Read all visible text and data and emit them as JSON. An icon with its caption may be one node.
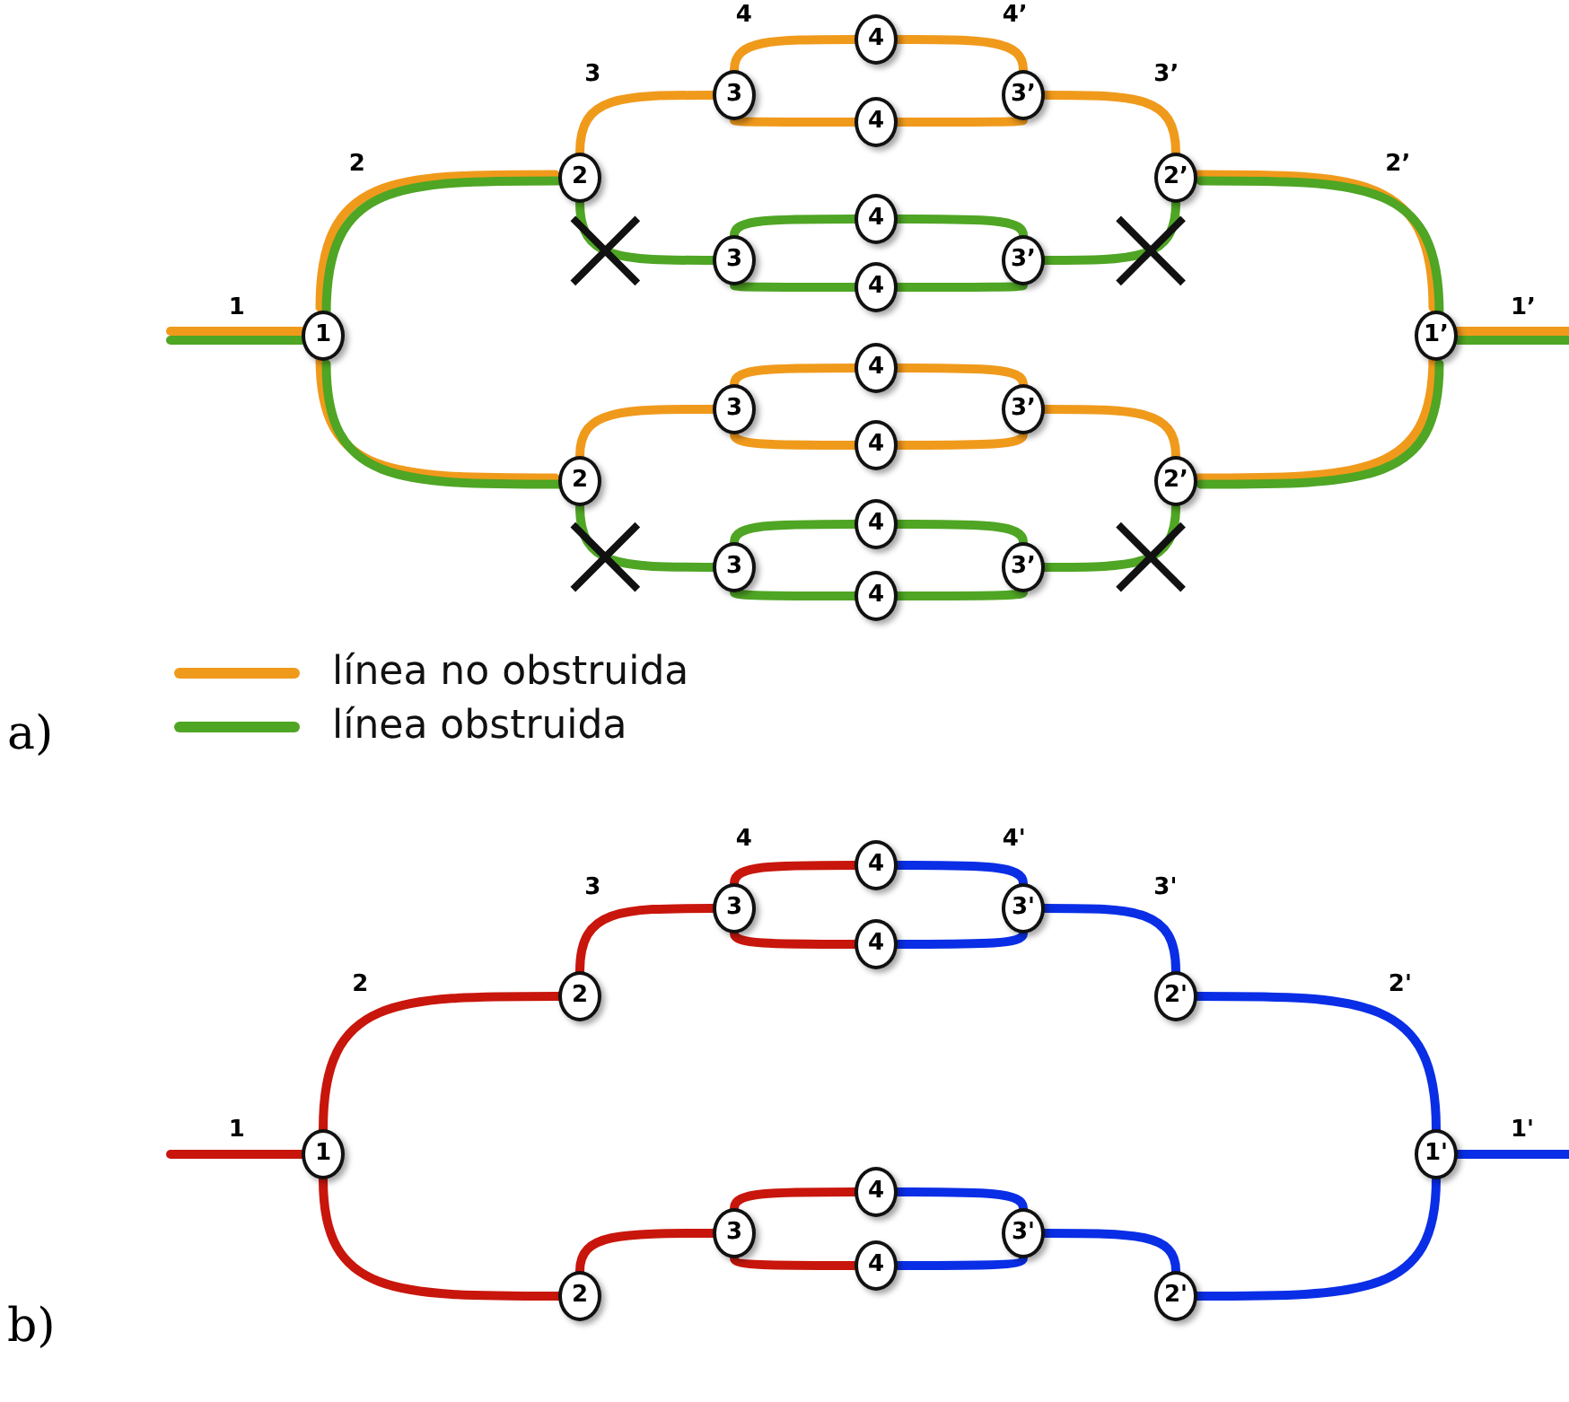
{
  "diagram": {
    "nodes": [
      {
        "text": [
          "1"
        ]
      },
      {
        "text": [
          "2"
        ]
      },
      {
        "text": [
          "3"
        ]
      },
      {
        "text": [
          "4"
        ]
      },
      {
        "text": [
          "4"
        ]
      },
      {
        "text": [
          "3’"
        ]
      },
      {
        "text": [
          "2’"
        ]
      },
      {
        "text": [
          "3"
        ]
      },
      {
        "text": [
          "4"
        ]
      },
      {
        "text": [
          "4"
        ]
      },
      {
        "text": [
          "3’"
        ]
      },
      {
        "text": [
          "1’"
        ]
      },
      {
        "text": [
          "2"
        ]
      },
      {
        "text": [
          "3"
        ]
      },
      {
        "text": [
          "4"
        ]
      },
      {
        "text": [
          "4"
        ]
      },
      {
        "text": [
          "3’"
        ]
      },
      {
        "text": [
          "2’"
        ]
      },
      {
        "text": [
          "3"
        ]
      },
      {
        "text": [
          "4"
        ]
      },
      {
        "text": [
          "4"
        ]
      },
      {
        "text": [
          "3’"
        ]
      },
      {
        "text": [
          "1"
        ]
      },
      {
        "text": [
          "2"
        ]
      },
      {
        "text": [
          "3"
        ]
      },
      {
        "text": [
          "4"
        ]
      },
      {
        "text": [
          "4"
        ]
      },
      {
        "text": [
          "3'"
        ]
      },
      {
        "text": [
          "2'"
        ]
      },
      {
        "text": [
          "1'"
        ]
      },
      {
        "text": [
          "2"
        ]
      },
      {
        "text": [
          "3"
        ]
      },
      {
        "text": [
          "4"
        ]
      },
      {
        "text": [
          "4"
        ]
      },
      {
        "text": [
          "3'"
        ]
      },
      {
        "text": [
          "2'"
        ]
      }
    ],
    "edges": [
      {
        "from": null,
        "to": 0,
        "arrow": "none",
        "label": "1",
        "color": "#f09a1c"
      },
      {
        "from": null,
        "to": 0,
        "arrow": "none",
        "color": "#4fa524"
      },
      {
        "from": 0,
        "to": 1,
        "arrow": "none",
        "label": "2",
        "color": "#f09a1c"
      },
      {
        "from": 0,
        "to": 1,
        "arrow": "none",
        "color": "#4fa524"
      },
      {
        "from": 1,
        "to": 2,
        "arrow": "none",
        "label": "3",
        "color": "#f09a1c"
      },
      {
        "from": 2,
        "to": 3,
        "arrow": "none",
        "label": "4",
        "color": "#f09a1c"
      },
      {
        "from": 2,
        "to": 4,
        "arrow": "none",
        "color": "#f09a1c"
      },
      {
        "from": 3,
        "to": 5,
        "arrow": "none",
        "label": "4’",
        "color": "#f09a1c"
      },
      {
        "from": 4,
        "to": 5,
        "arrow": "none",
        "color": "#f09a1c"
      },
      {
        "from": 5,
        "to": 6,
        "arrow": "none",
        "label": "3’",
        "color": "#f09a1c"
      },
      {
        "from": 6,
        "to": 11,
        "arrow": "none",
        "label": "2’",
        "color": "#f09a1c"
      },
      {
        "from": 6,
        "to": 11,
        "arrow": "none",
        "color": "#4fa524"
      },
      {
        "from": 11,
        "to": null,
        "arrow": "none",
        "label": "1’",
        "color": "#f09a1c"
      },
      {
        "from": 11,
        "to": null,
        "arrow": "none",
        "color": "#4fa524"
      },
      {
        "from": 1,
        "to": 7,
        "arrow": "none",
        "color": "#4fa524"
      },
      {
        "from": 7,
        "to": 8,
        "arrow": "none",
        "color": "#4fa524"
      },
      {
        "from": 7,
        "to": 9,
        "arrow": "none",
        "color": "#4fa524"
      },
      {
        "from": 8,
        "to": 10,
        "arrow": "none",
        "color": "#4fa524"
      },
      {
        "from": 9,
        "to": 10,
        "arrow": "none",
        "color": "#4fa524"
      },
      {
        "from": 10,
        "to": 6,
        "arrow": "none",
        "color": "#4fa524"
      },
      {
        "from": 0,
        "to": 12,
        "arrow": "none",
        "color": "#f09a1c"
      },
      {
        "from": 0,
        "to": 12,
        "arrow": "none",
        "color": "#4fa524"
      },
      {
        "from": 12,
        "to": 13,
        "arrow": "none",
        "color": "#f09a1c"
      },
      {
        "from": 13,
        "to": 14,
        "arrow": "none",
        "color": "#f09a1c"
      },
      {
        "from": 13,
        "to": 15,
        "arrow": "none",
        "color": "#f09a1c"
      },
      {
        "from": 14,
        "to": 16,
        "arrow": "none",
        "color": "#f09a1c"
      },
      {
        "from": 15,
        "to": 16,
        "arrow": "none",
        "color": "#f09a1c"
      },
      {
        "from": 16,
        "to": 17,
        "arrow": "none",
        "color": "#f09a1c"
      },
      {
        "from": 17,
        "to": 11,
        "arrow": "none",
        "color": "#f09a1c"
      },
      {
        "from": 17,
        "to": 11,
        "arrow": "none",
        "color": "#4fa524"
      },
      {
        "from": 12,
        "to": 18,
        "arrow": "none",
        "color": "#4fa524"
      },
      {
        "from": 18,
        "to": 19,
        "arrow": "none",
        "color": "#4fa524"
      },
      {
        "from": 18,
        "to": 20,
        "arrow": "none",
        "color": "#4fa524"
      },
      {
        "from": 19,
        "to": 21,
        "arrow": "none",
        "color": "#4fa524"
      },
      {
        "from": 20,
        "to": 21,
        "arrow": "none",
        "color": "#4fa524"
      },
      {
        "from": 21,
        "to": 17,
        "arrow": "none",
        "color": "#4fa524"
      },
      {
        "from": null,
        "to": 22,
        "arrow": "none",
        "label": "1",
        "color": "#c8160c"
      },
      {
        "from": 22,
        "to": 23,
        "arrow": "none",
        "label": "2",
        "color": "#c8160c"
      },
      {
        "from": 23,
        "to": 24,
        "arrow": "none",
        "label": "3",
        "color": "#c8160c"
      },
      {
        "from": 24,
        "to": 25,
        "arrow": "none",
        "label": "4",
        "color": "#c8160c"
      },
      {
        "from": 24,
        "to": 26,
        "arrow": "none",
        "color": "#c8160c"
      },
      {
        "from": 25,
        "to": 27,
        "arrow": "none",
        "label": "4'",
        "color": "#0a2ee6"
      },
      {
        "from": 26,
        "to": 27,
        "arrow": "none",
        "color": "#0a2ee6"
      },
      {
        "from": 27,
        "to": 28,
        "arrow": "none",
        "label": "3'",
        "color": "#0a2ee6"
      },
      {
        "from": 28,
        "to": 29,
        "arrow": "none",
        "label": "2'",
        "color": "#0a2ee6"
      },
      {
        "from": 29,
        "to": null,
        "arrow": "none",
        "label": "1'",
        "color": "#0a2ee6"
      },
      {
        "from": 22,
        "to": 30,
        "arrow": "none",
        "color": "#c8160c"
      },
      {
        "from": 30,
        "to": 31,
        "arrow": "none",
        "color": "#c8160c"
      },
      {
        "from": 31,
        "to": 32,
        "arrow": "none",
        "color": "#c8160c"
      },
      {
        "from": 31,
        "to": 33,
        "arrow": "none",
        "color": "#c8160c"
      },
      {
        "from": 32,
        "to": 34,
        "arrow": "none",
        "color": "#0a2ee6"
      },
      {
        "from": 33,
        "to": 34,
        "arrow": "none",
        "color": "#0a2ee6"
      },
      {
        "from": 34,
        "to": 35,
        "arrow": "none",
        "color": "#0a2ee6"
      },
      {
        "from": 35,
        "to": 29,
        "arrow": "none",
        "color": "#0a2ee6"
      }
    ],
    "labels": [
      "a)",
      "b)"
    ],
    "legend": [
      {
        "text": "línea no obstruida",
        "color": "#f09a1c"
      },
      {
        "text": "línea obstruida",
        "color": "#4fa524"
      }
    ]
  }
}
